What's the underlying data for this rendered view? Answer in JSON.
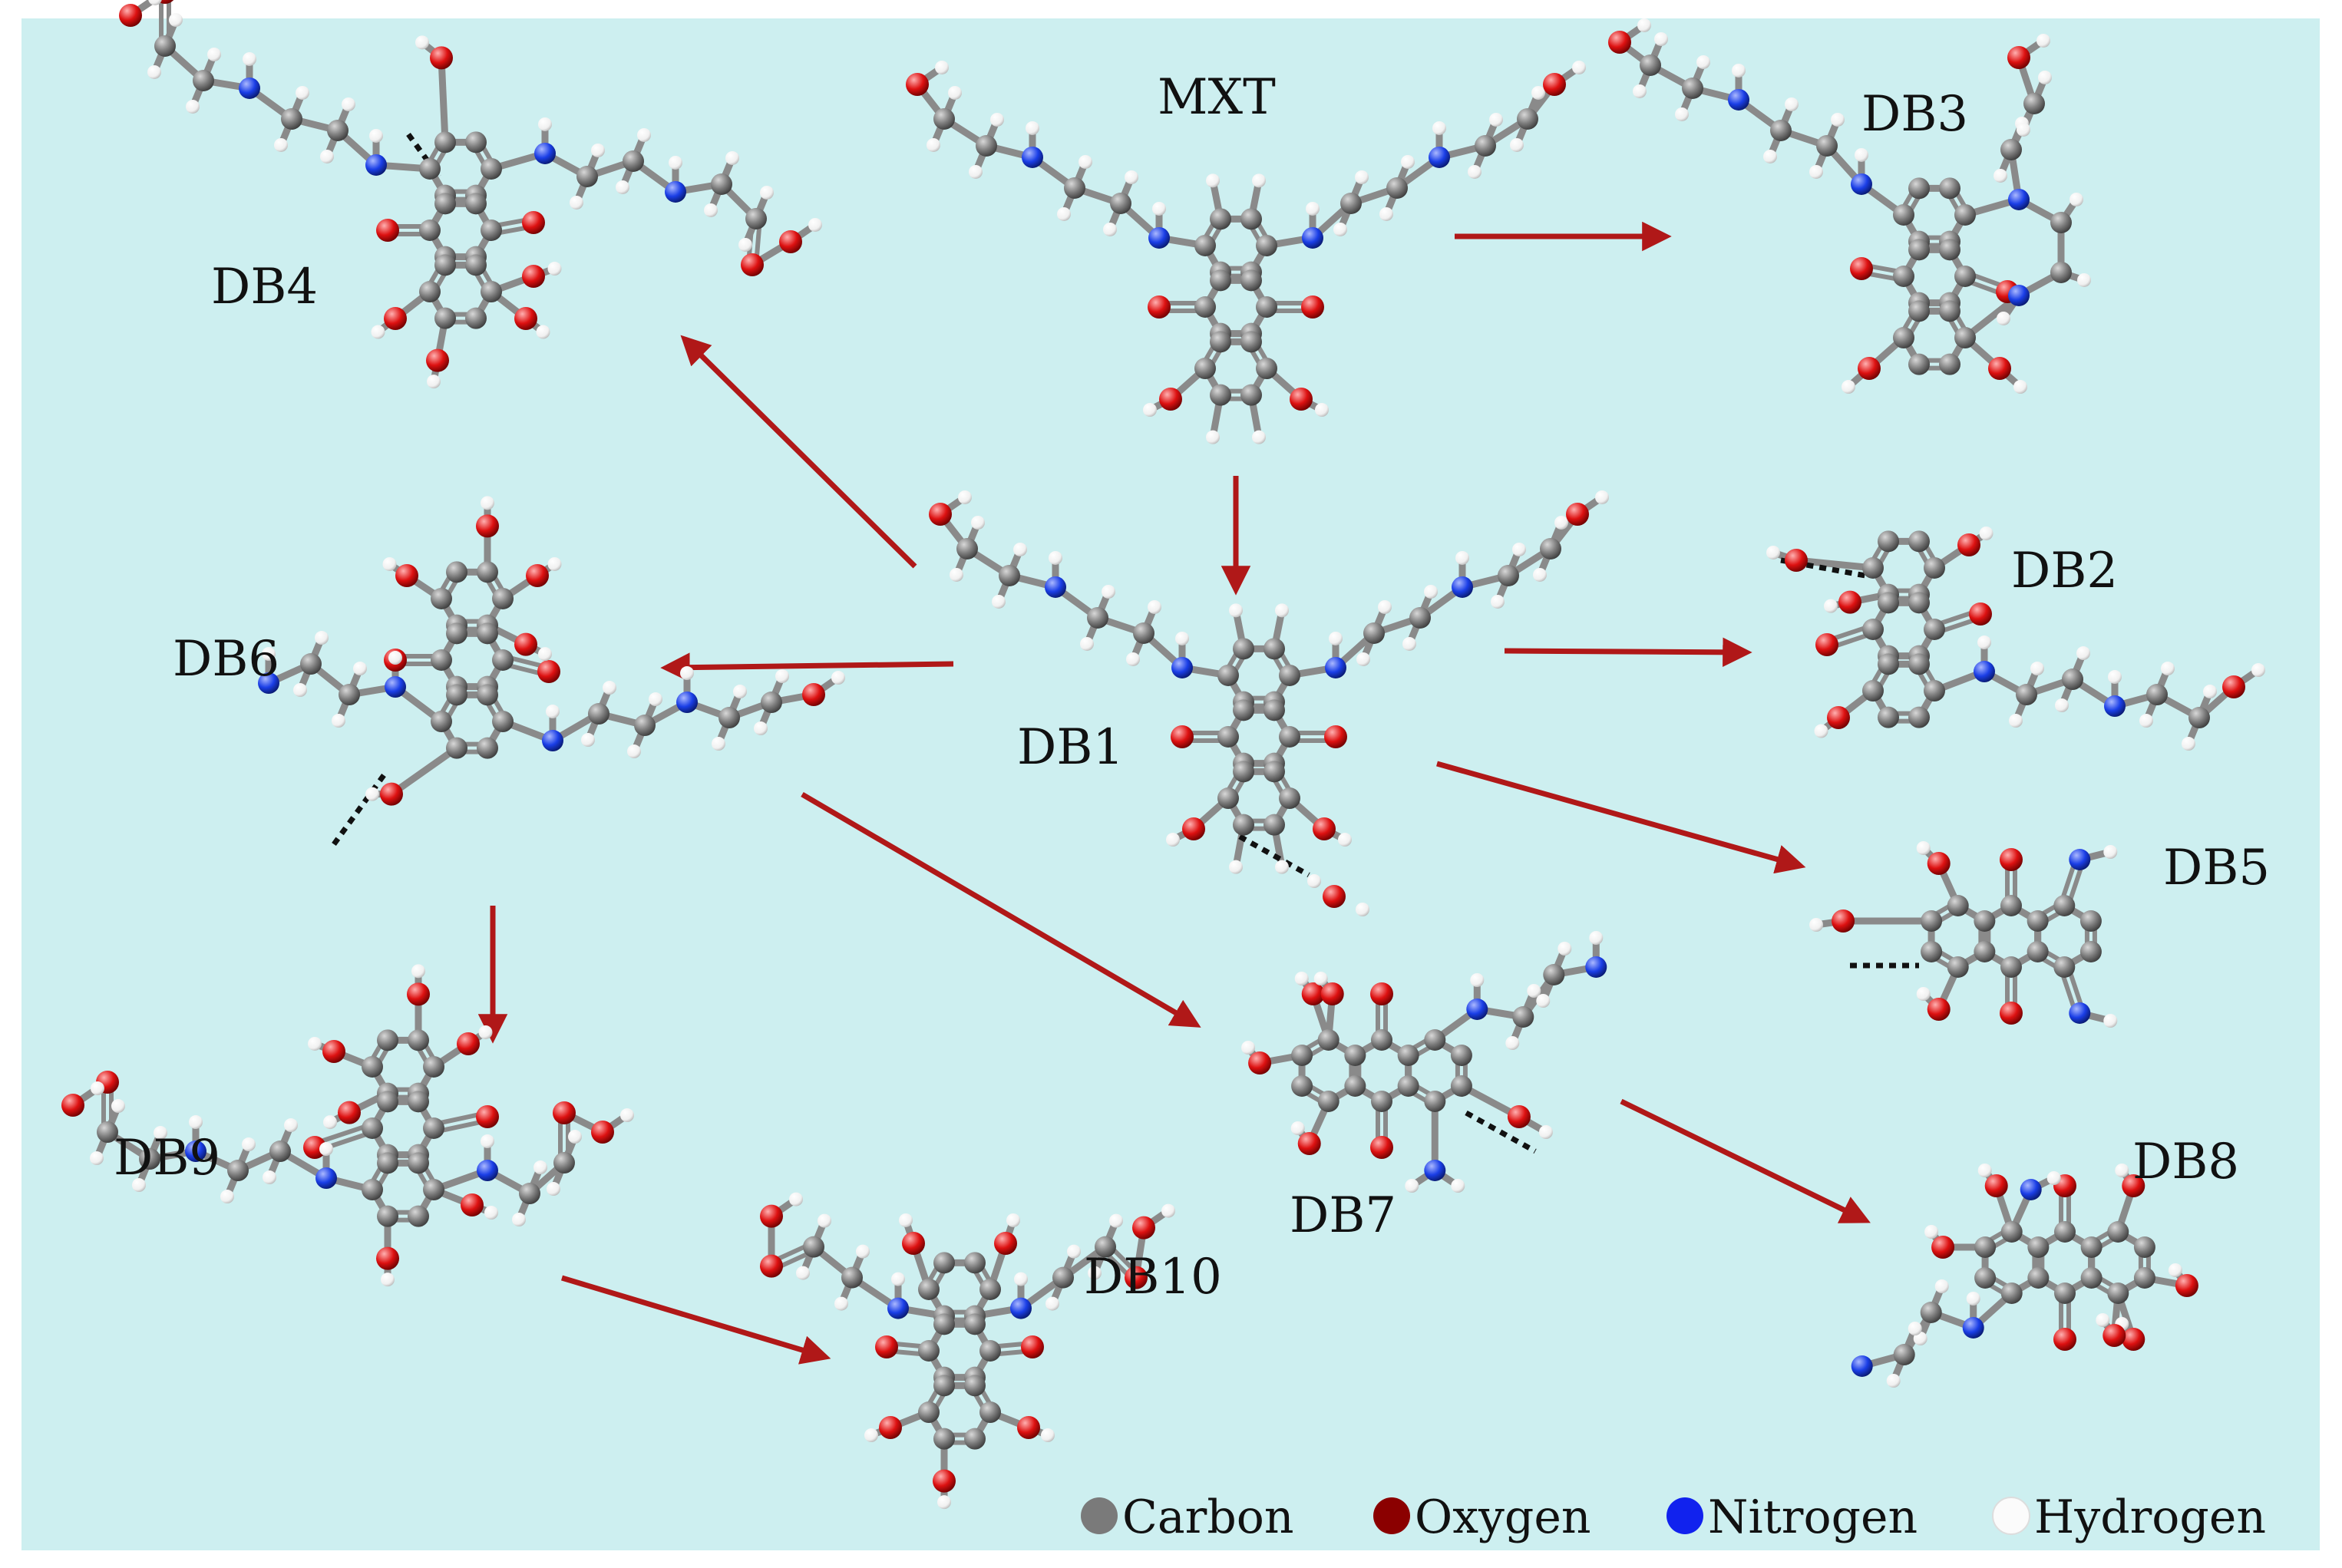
{
  "labels": {
    "mxt": "MXT",
    "db1": "DB1",
    "db2": "DB2",
    "db3": "DB3",
    "db4": "DB4",
    "db5": "DB5",
    "db6": "DB6",
    "db7": "DB7",
    "db8": "DB8",
    "db9": "DB9",
    "db10": "DB10"
  },
  "legend": {
    "carbon": "Carbon",
    "oxygen": "Oxygen",
    "nitrogen": "Nitrogen",
    "hydrogen": "Hydrogen"
  },
  "colors": {
    "background": "#cdeff0",
    "arrow": "#b01818",
    "carbon": "#7d7d7d",
    "oxygen": "#dd1111",
    "nitrogen": "#1a3ee6",
    "hydrogen": "#f7f7f7",
    "legend_oxygen": "#8b0000",
    "legend_nitrogen": "#1122ee"
  }
}
